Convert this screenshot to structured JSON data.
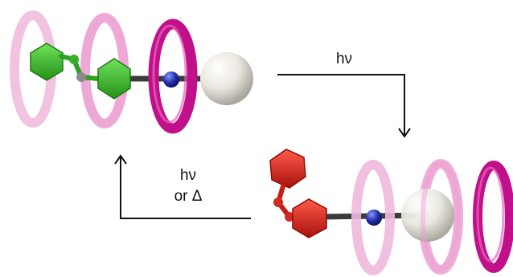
{
  "labels": {
    "forward_light": "hν",
    "reverse_line1": "hν",
    "reverse_line2": "or Δ"
  },
  "colors": {
    "ring_strong": "#c0108a",
    "ring_faded": "#e8a3d0",
    "trans_isomer": "#3db82e",
    "cis_isomer": "#e0241c",
    "axle": "#404040",
    "nitrogen": "#1f2fa8",
    "stopper": "#e9e7df",
    "arrow": "#111111"
  },
  "states": [
    {
      "isomer": "trans",
      "color": "green"
    },
    {
      "isomer": "cis",
      "color": "red"
    }
  ]
}
